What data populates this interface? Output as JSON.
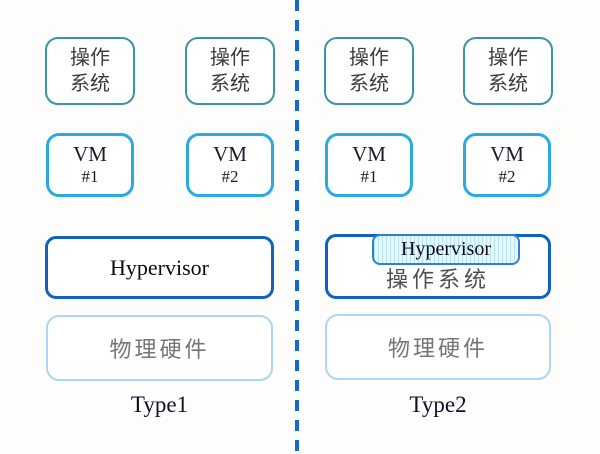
{
  "colors": {
    "background": "#fdfdfb",
    "divider_blue": "#1468d1",
    "os_border_teal": "#3b93a8",
    "vm_border_cyan": "#29abe2",
    "hypervisor_border_blue": "#0f62c4",
    "hardware_border_lightblue": "#a9d7f5",
    "hypervisor_inner_border": "#2f7fd6",
    "hypervisor_inner_fill": "#e6f6fb",
    "hypervisor_inner_stripe": "#b8e4f2"
  },
  "panels": [
    {
      "caption": "Type1",
      "os_boxes": [
        {
          "line1": "操作",
          "line2": "系统"
        },
        {
          "line1": "操作",
          "line2": "系统"
        }
      ],
      "vm_boxes": [
        {
          "line1": "VM",
          "line2": "#1"
        },
        {
          "line1": "VM",
          "line2": "#2"
        }
      ],
      "hypervisor_label": "Hypervisor",
      "hardware_label": "物理硬件"
    },
    {
      "caption": "Type2",
      "os_boxes": [
        {
          "line1": "操作",
          "line2": "系统"
        },
        {
          "line1": "操作",
          "line2": "系统"
        }
      ],
      "vm_boxes": [
        {
          "line1": "VM",
          "line2": "#1"
        },
        {
          "line1": "VM",
          "line2": "#2"
        }
      ],
      "hypervisor_label": "Hypervisor",
      "host_os_label": "操作系统",
      "hardware_label": "物理硬件"
    }
  ]
}
